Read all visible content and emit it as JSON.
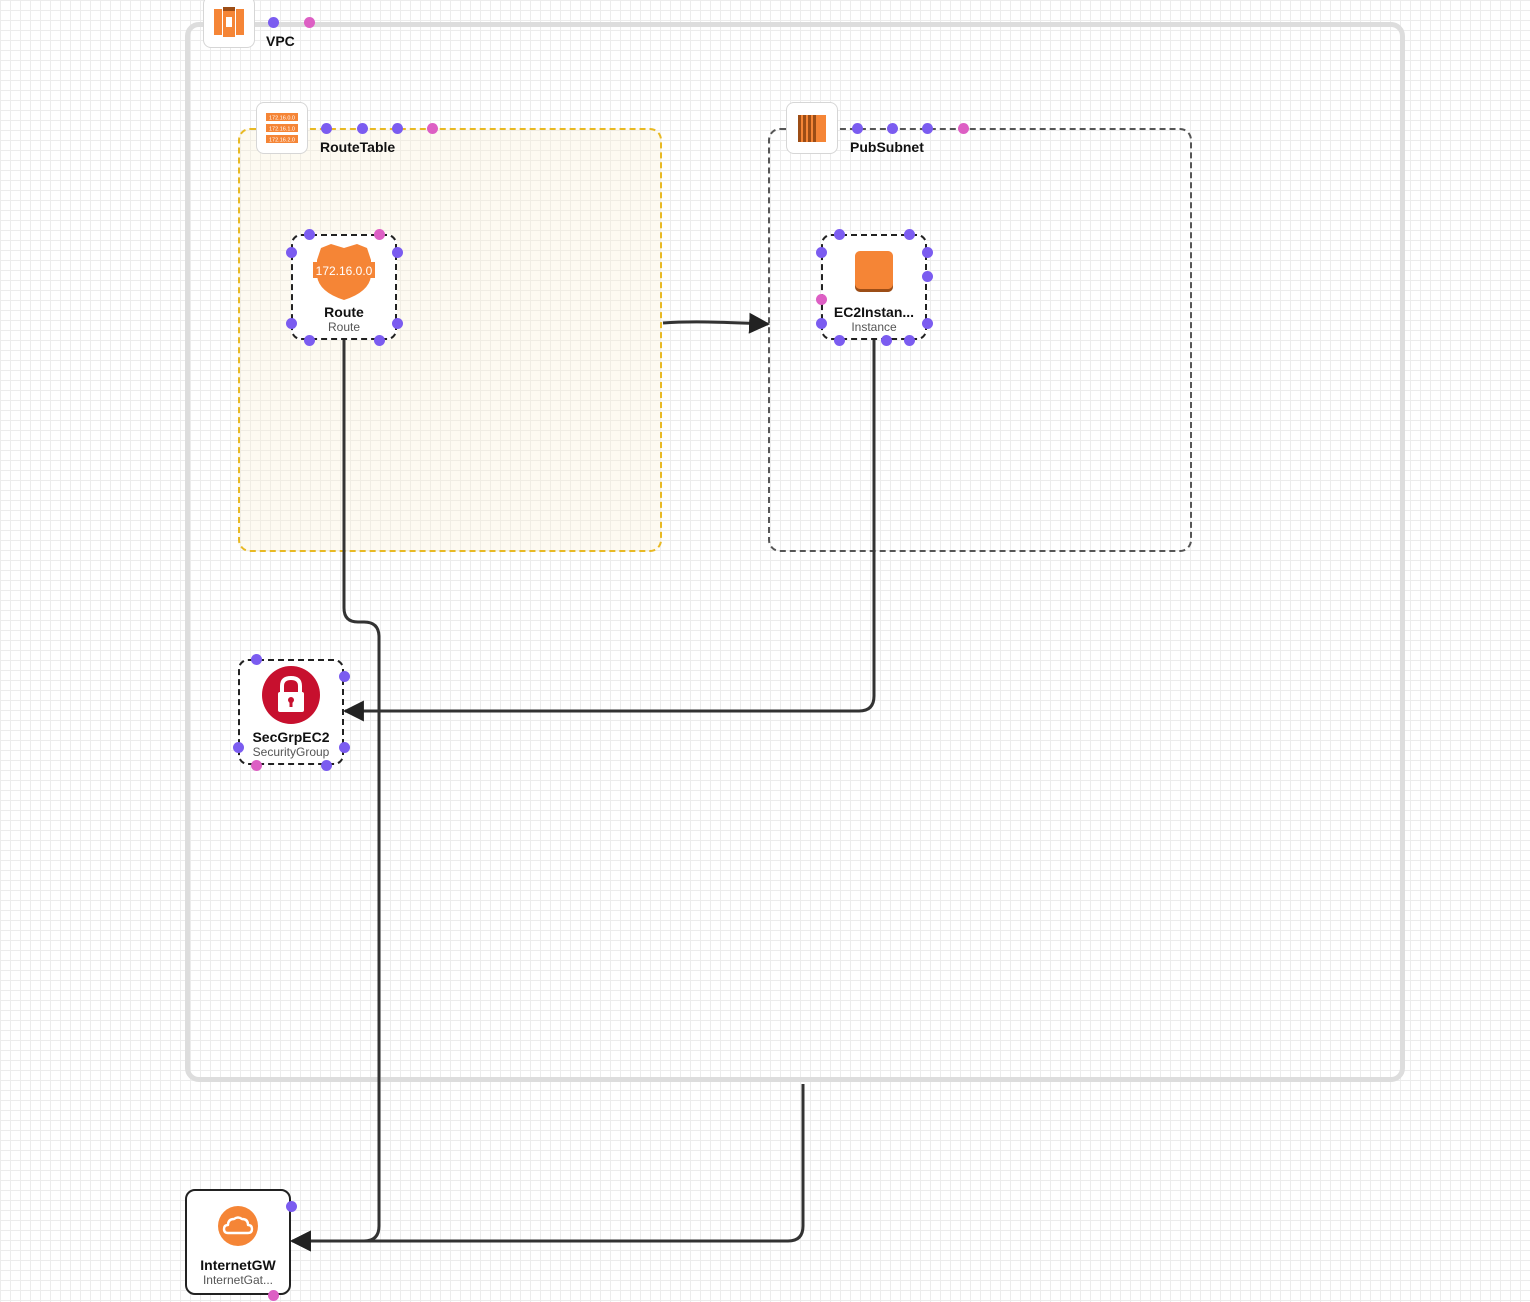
{
  "diagram": {
    "groups": {
      "vpc": {
        "label": "VPC",
        "icon": "vpc-icon"
      },
      "route_table": {
        "label": "RouteTable",
        "icon": "route-table-icon"
      },
      "pub_subnet": {
        "label": "PubSubnet",
        "icon": "subnet-icon"
      }
    },
    "nodes": {
      "route": {
        "title": "Route",
        "type": "Route",
        "icon": "route-shield-icon",
        "icon_text": "172.16.0.0"
      },
      "ec2": {
        "title": "EC2Instan...",
        "type": "Instance",
        "icon": "ec2-instance-icon"
      },
      "secgrp": {
        "title": "SecGrpEC2",
        "type": "SecurityGroup",
        "icon": "security-group-lock-icon"
      },
      "igw": {
        "title": "InternetGW",
        "type": "InternetGat...",
        "icon": "internet-gateway-cloud-icon"
      }
    },
    "route_table_icon_rows": [
      "172.16.0.0",
      "172.16.1.0",
      "172.16.2.0"
    ],
    "colors": {
      "aws_orange": "#f58536",
      "security_red": "#c7102e",
      "port_purple": "#7b5cf0",
      "port_magenta": "#dd5fc4",
      "edge": "#333333",
      "route_table_border": "#e8b923"
    }
  }
}
